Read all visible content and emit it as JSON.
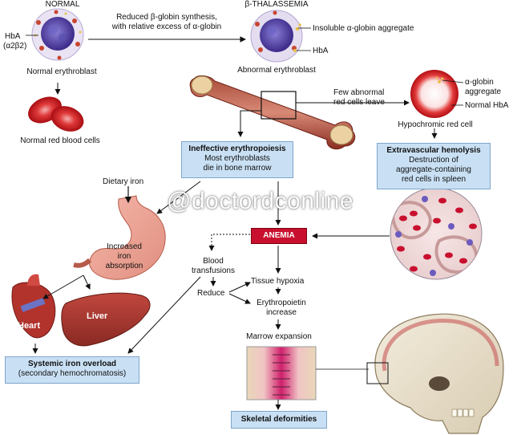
{
  "labels": {
    "normal": "NORMAL",
    "beta_thalassemia": "β-THALASSEMIA",
    "hba_left": "HbA",
    "hba_left_formula": "(α2β2)",
    "normal_erythroblast": "Normal erythroblast",
    "normal_rbc": "Normal red blood cells",
    "reduced_synthesis_1": "Reduced β-globin synthesis,",
    "reduced_synthesis_2": "with relative excess of α-globin",
    "insoluble_aggregate": "Insoluble α-globin aggregate",
    "hba_right": "HbA",
    "abnormal_erythroblast": "Abnormal erythroblast",
    "few_abnormal_1": "Few abnormal",
    "few_abnormal_2": "red cells leave",
    "alpha_globin_aggregate_1": "α-globin",
    "alpha_globin_aggregate_2": "aggregate",
    "normal_hba": "Normal HbA",
    "hypochromic": "Hypochromic red cell",
    "dietary_iron": "Dietary iron",
    "increased_absorption_1": "Increased",
    "increased_absorption_2": "iron",
    "increased_absorption_3": "absorption",
    "blood_transfusions_1": "Blood",
    "blood_transfusions_2": "transfusions",
    "reduce": "Reduce",
    "tissue_hypoxia": "Tissue hypoxia",
    "epo_1": "Erythropoietin",
    "epo_2": "increase",
    "marrow_expansion": "Marrow expansion",
    "heart": "Heart",
    "liver": "Liver",
    "anemia": "ANEMIA",
    "watermark": "@doctordconline"
  },
  "boxes": {
    "ineffective": {
      "title": "Ineffective erythropoiesis",
      "line1": "Most erythroblasts",
      "line2": "die in bone marrow"
    },
    "extravascular": {
      "title": "Extravascular hemolysis",
      "line1": "Destruction of",
      "line2": "aggregate-containing",
      "line3": "red cells in spleen"
    },
    "iron_overload": {
      "title": "Systemic iron overload",
      "line1": "(secondary hemochromatosis)"
    },
    "skeletal": {
      "title": "Skeletal deformities"
    }
  },
  "colors": {
    "box_fill": "#c9e0f4",
    "anemia_red": "#c8102e",
    "rbc_red": "#d8202c",
    "cell_purple": "#5b3f9f",
    "organ_red": "#b2332c"
  }
}
